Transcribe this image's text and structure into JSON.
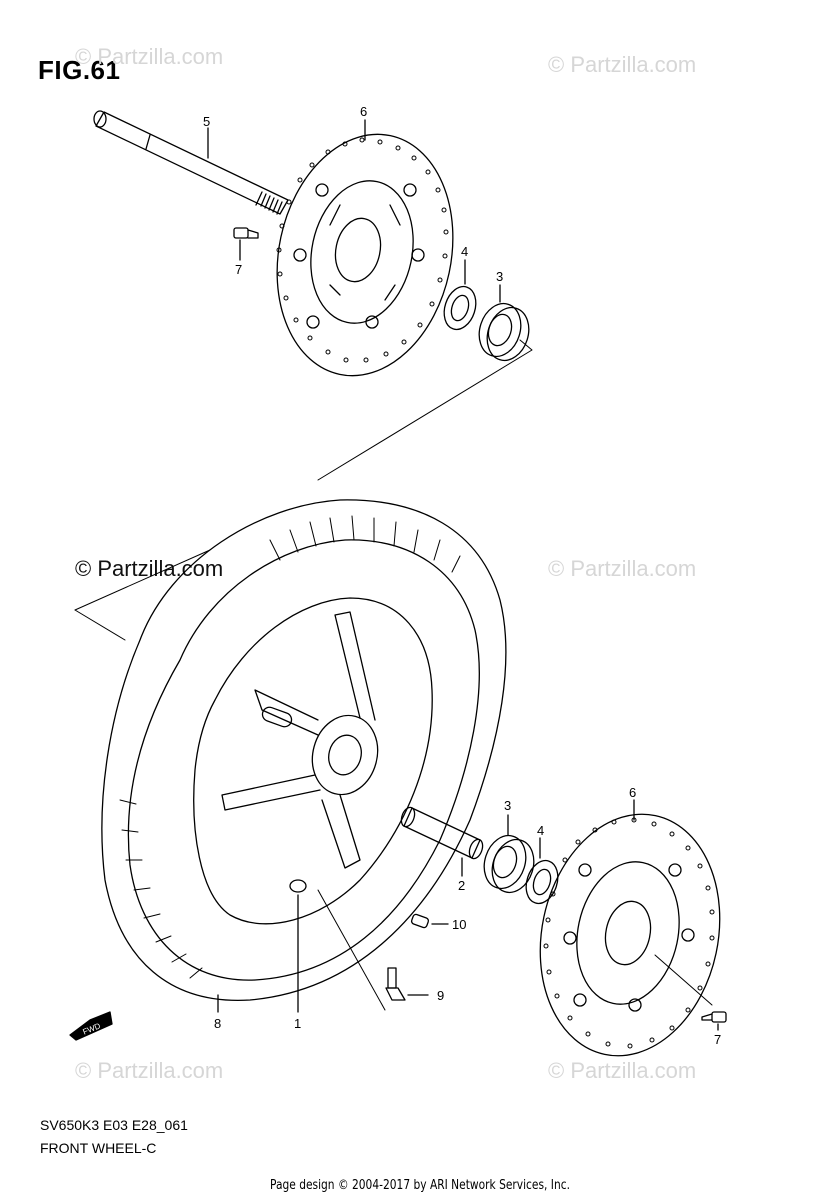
{
  "figure_title": "FIG.61",
  "watermarks": {
    "small": "© Partzilla.com",
    "main": "© Partzilla.com"
  },
  "callouts": {
    "p1": "1",
    "p2": "2",
    "p3a": "3",
    "p3b": "3",
    "p4a": "4",
    "p4b": "4",
    "p5": "5",
    "p6a": "6",
    "p6b": "6",
    "p7a": "7",
    "p7b": "7",
    "p8": "8",
    "p9": "9",
    "p10": "10"
  },
  "fwd_label": "FWD",
  "caption": {
    "model_code": "SV650K3 E03 E28_061",
    "section": "FRONT WHEEL-C"
  },
  "footer": "Page design © 2004-2017 by ARI Network Services, Inc.",
  "colors": {
    "line": "#000000",
    "watermark": "#d6d6d6",
    "background": "#ffffff"
  }
}
